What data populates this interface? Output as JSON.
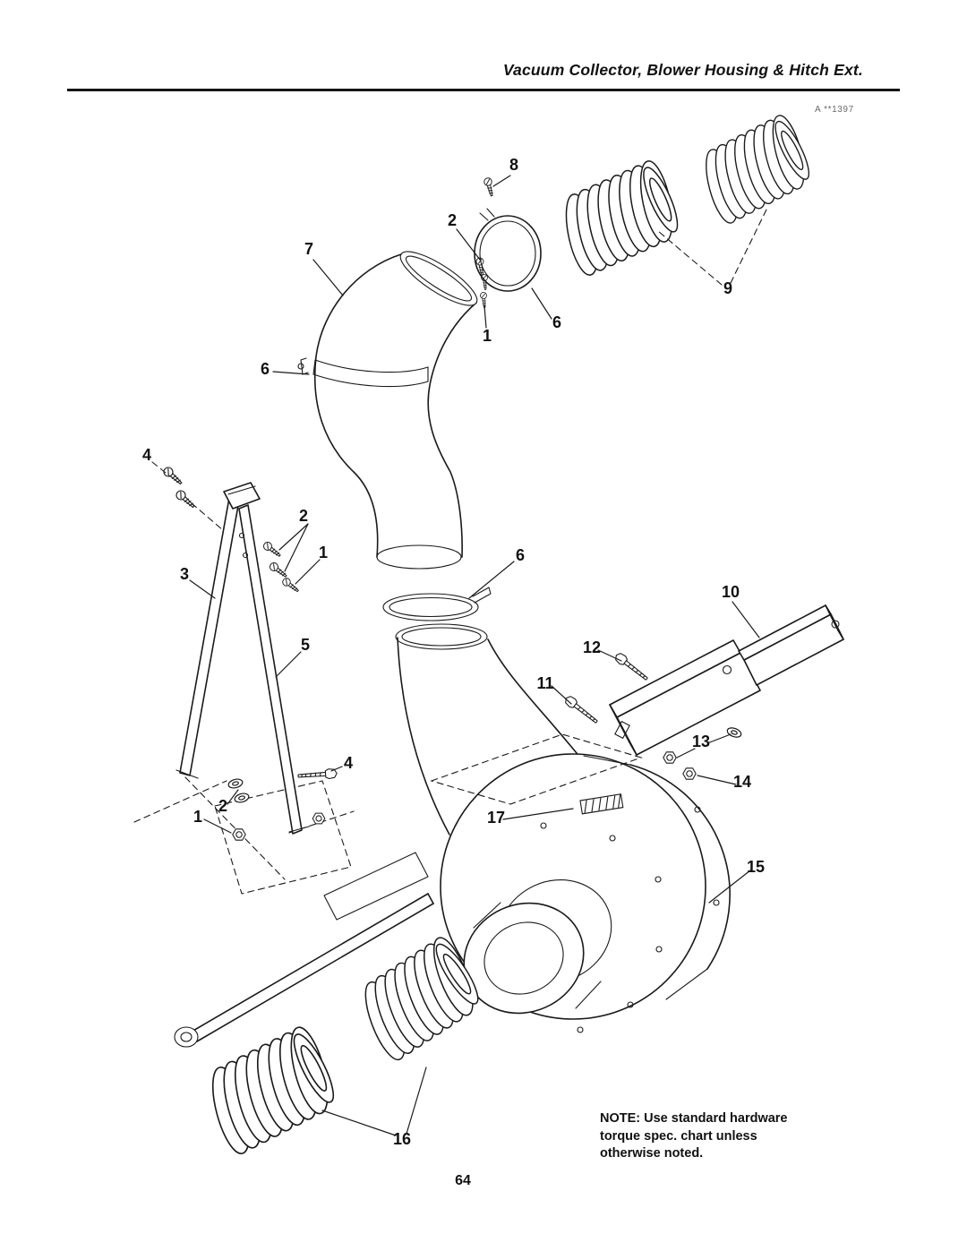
{
  "page": {
    "header_title": "Vacuum Collector, Blower Housing & Hitch Ext.",
    "figure_code": "A **1397",
    "note_line1": "NOTE: Use standard hardware",
    "note_line2": "torque spec. chart unless",
    "note_line3": "otherwise noted.",
    "page_number": "64"
  },
  "colors": {
    "ink": "#1a1a1a",
    "paper": "#ffffff",
    "muted": "#6a6a6a"
  },
  "callouts": {
    "c8": "8",
    "c2a": "2",
    "c7": "7",
    "c9": "9",
    "c6a": "6",
    "c1a": "1",
    "c6b": "6",
    "c4a": "4",
    "c2b": "2",
    "c1b": "1",
    "c3": "3",
    "c6c": "6",
    "c10": "10",
    "c5": "5",
    "c12": "12",
    "c11": "11",
    "c13": "13",
    "c14": "14",
    "c4b": "4",
    "c2c": "2",
    "c1c": "1",
    "c17": "17",
    "c15": "15",
    "c16": "16"
  }
}
